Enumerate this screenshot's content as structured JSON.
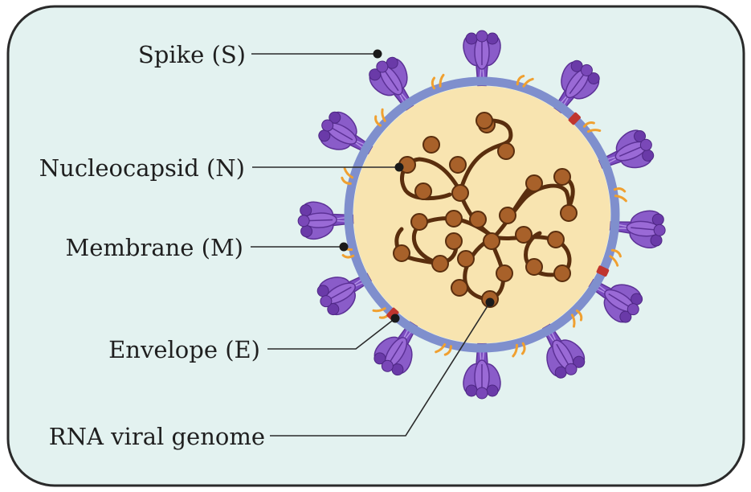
{
  "labels": {
    "spike": "Spike (S)",
    "nucleocapsid": "Nucleocapsid (N)",
    "membrane": "Membrane (M)",
    "envelope": "Envelope (E)",
    "rna": "RNA viral genome"
  },
  "colors": {
    "background": "#e3f2f0",
    "border": "#2a2a2a",
    "virion_fill": "#f8e4b0",
    "envelope_ring": "#7f8fcd",
    "spike_purple": "#8a5cc9",
    "spike_dark": "#6a3aa8",
    "membrane_orange": "#f0a030",
    "envelope_red": "#c0352f",
    "rna_strand": "#5a2e0e",
    "nucleocapsid_bead": "#a8612a"
  },
  "icons": [
    "spike-protein-icon",
    "membrane-protein-icon",
    "envelope-protein-icon",
    "nucleocapsid-bead-icon"
  ]
}
